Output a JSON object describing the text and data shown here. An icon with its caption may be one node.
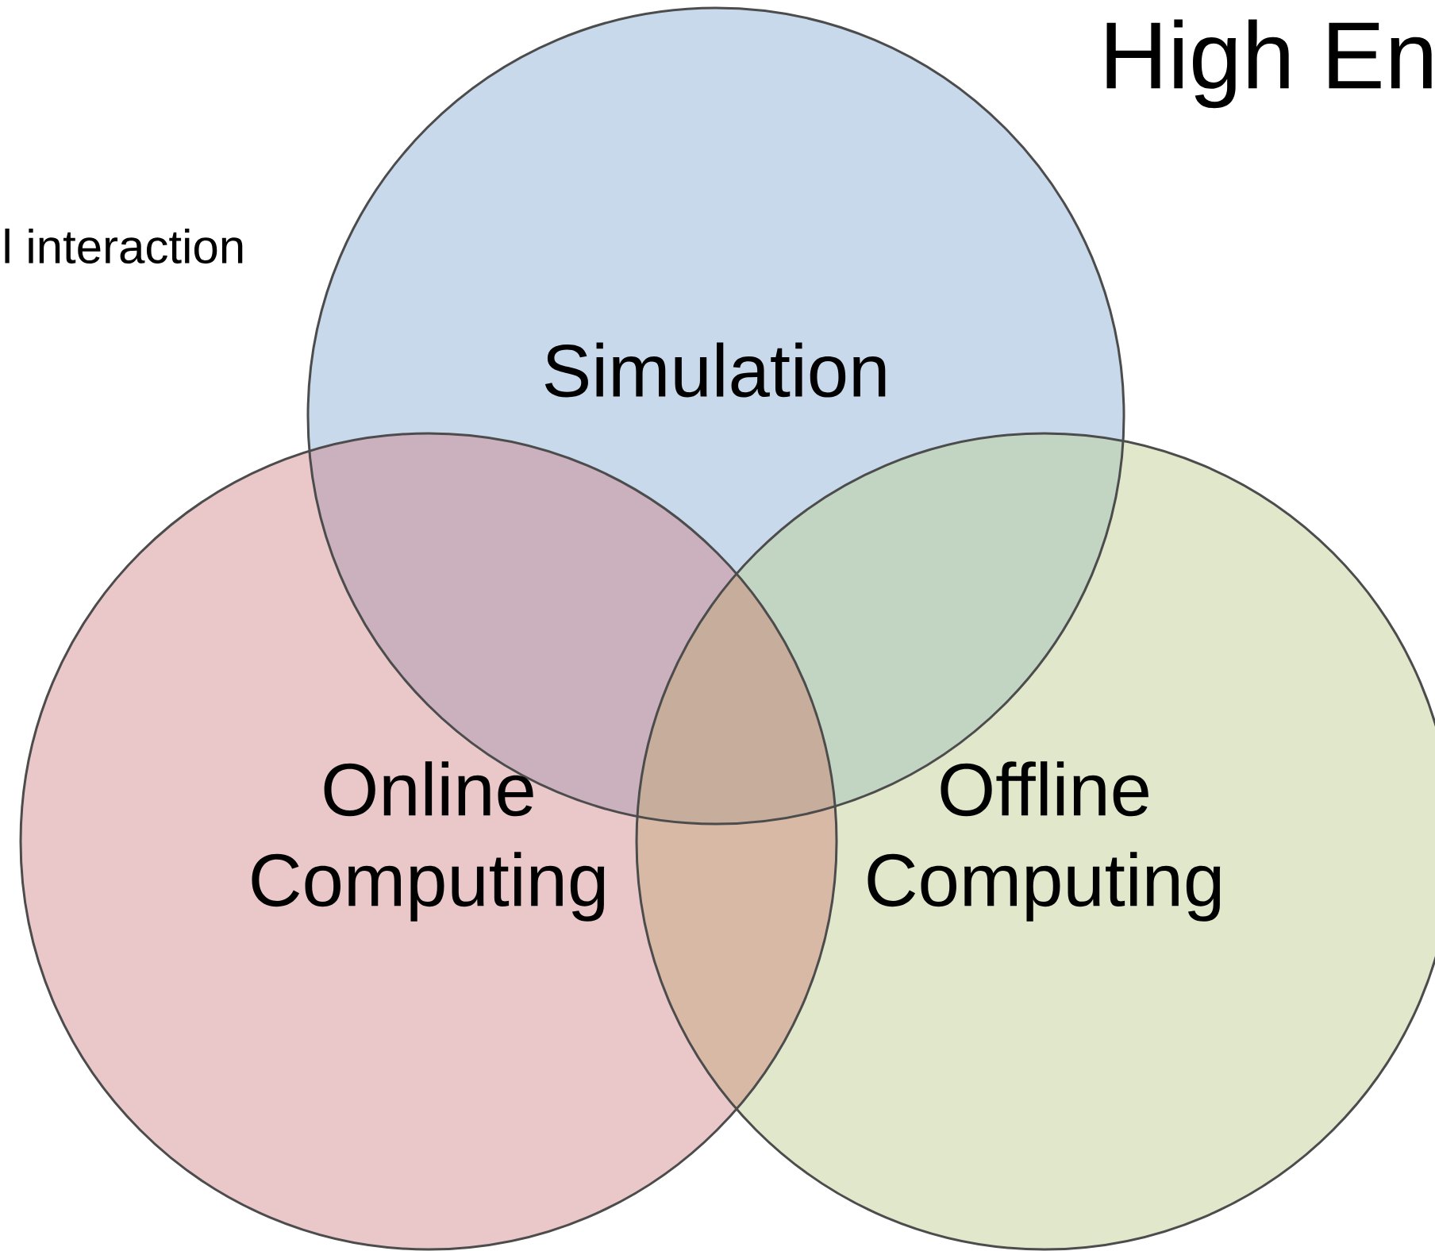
{
  "diagram": {
    "title": "High En",
    "nodes": [
      {
        "text": [
          "Simulation"
        ]
      },
      {
        "text": [
          "Online Computing"
        ]
      },
      {
        "text": [
          "Offline Computing"
        ]
      }
    ],
    "labels": [
      "l interaction"
    ]
  }
}
